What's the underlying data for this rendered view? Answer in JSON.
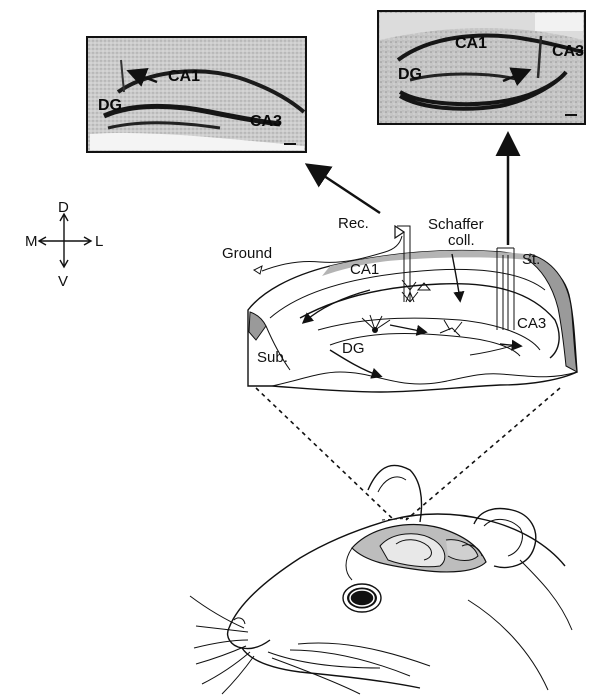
{
  "micrographs": {
    "left": {
      "ca1": "CA1",
      "dg": "DG",
      "ca3": "CA3"
    },
    "right": {
      "ca1": "CA1",
      "dg": "DG",
      "ca3": "CA3"
    }
  },
  "orientation": {
    "dorsal": "D",
    "ventral": "V",
    "medial": "M",
    "lateral": "L"
  },
  "slice_labels": {
    "rec": "Rec.",
    "schaffer_line1": "Schaffer",
    "schaffer_line2": "coll.",
    "st": "St.",
    "ground": "Ground",
    "ca1": "CA1",
    "ca3": "CA3",
    "dg": "DG",
    "sub": "Sub."
  },
  "colors": {
    "ink": "#111111",
    "micrograph_bg": "#cfcfcf",
    "cell_layer": "#1a1a1a",
    "gray_band": "#9a9a9a"
  }
}
